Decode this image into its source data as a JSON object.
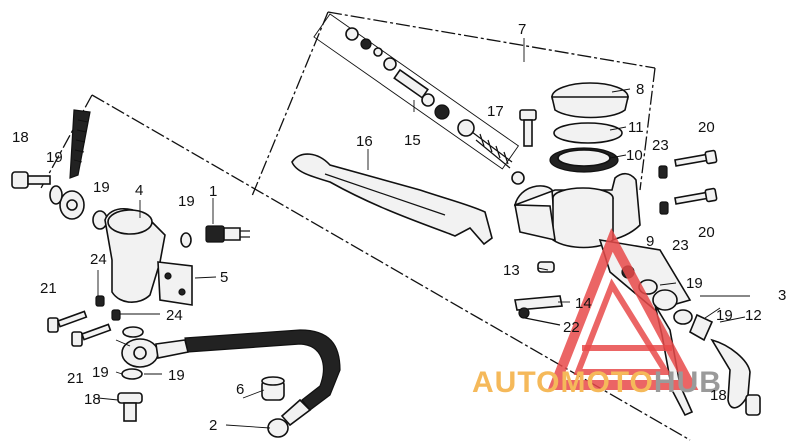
{
  "watermark": {
    "text_part1": "AUTOMOTO",
    "text_part2": "HUB",
    "color_part1": "#f5b95a",
    "color_part2": "#9a9a9a",
    "logo_color": "#e84a4a"
  },
  "callouts": {
    "n1": "1",
    "n2": "2",
    "n3": "3",
    "n4": "4",
    "n5": "5",
    "n6": "6",
    "n7": "7",
    "n8": "8",
    "n9": "9",
    "n10": "10",
    "n11": "11",
    "n12": "12",
    "n13": "13",
    "n14": "14",
    "n15": "15",
    "n16": "16",
    "n17": "17",
    "n18a": "18",
    "n18b": "18",
    "n18c": "18",
    "n19a": "19",
    "n19b": "19",
    "n19c": "19",
    "n19d": "19",
    "n19e": "19",
    "n19f": "19",
    "n19g": "19",
    "n20a": "20",
    "n20b": "20",
    "n21a": "21",
    "n21b": "21",
    "n22": "22",
    "n23a": "23",
    "n23b": "23",
    "n24a": "24",
    "n24b": "24"
  }
}
